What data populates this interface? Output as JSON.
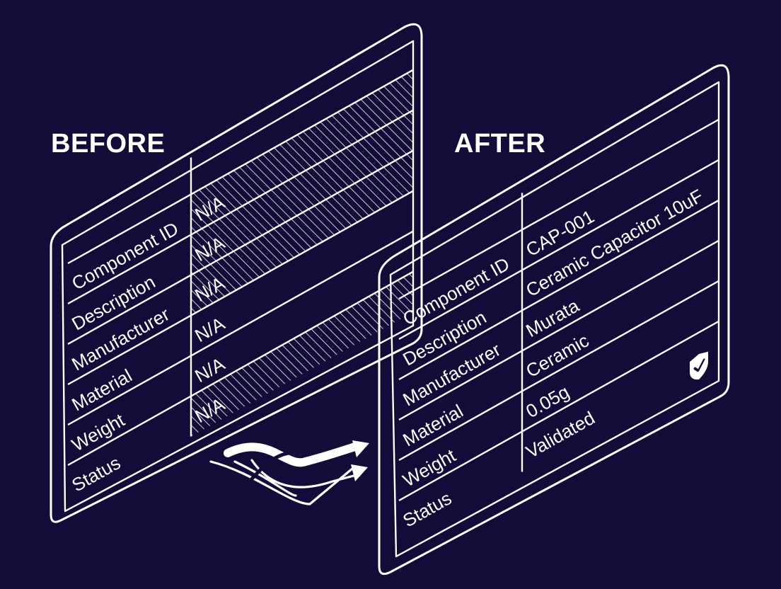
{
  "colors": {
    "background": "#140c38",
    "line": "#ffffff"
  },
  "before": {
    "heading": "BEFORE",
    "rows": [
      {
        "label": "Component ID",
        "value": "N/A",
        "hatched": true
      },
      {
        "label": "Description",
        "value": "N/A",
        "hatched": true
      },
      {
        "label": "Manufacturer",
        "value": "N/A",
        "hatched": true
      },
      {
        "label": "Material",
        "value": "N/A",
        "hatched": false
      },
      {
        "label": "Weight",
        "value": "N/A",
        "hatched": false
      },
      {
        "label": "Status",
        "value": "N/A",
        "hatched": true
      }
    ]
  },
  "after": {
    "heading": "AFTER",
    "rows": [
      {
        "label": "Component ID",
        "value": "CAP-001"
      },
      {
        "label": "Description",
        "value": "Ceramic Capacitor 10uF"
      },
      {
        "label": "Manufacturer",
        "value": "Murata"
      },
      {
        "label": "Material",
        "value": "Ceramic"
      },
      {
        "label": "Weight",
        "value": "0.05g"
      },
      {
        "label": "Status",
        "value": "Validated"
      }
    ],
    "badge_icon": "shield-check-icon"
  },
  "transform_icon": "twisted-arrows-icon"
}
